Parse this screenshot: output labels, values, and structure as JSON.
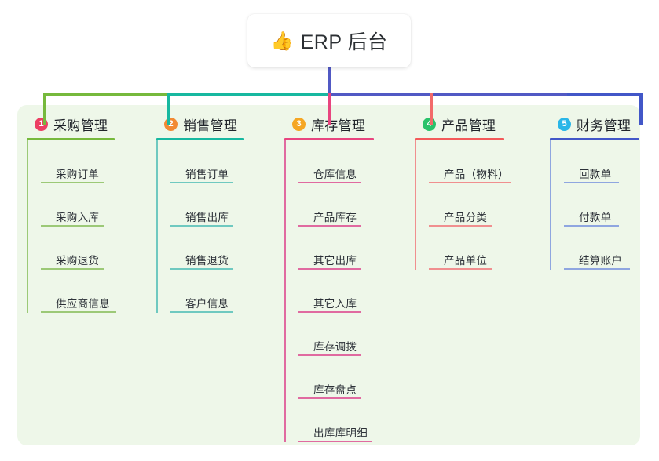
{
  "root": {
    "icon": "thumbs-up-icon",
    "emoji": "👍",
    "title": "ERP 后台"
  },
  "palette": {
    "panel_bg": "#eef7e9",
    "page_bg": "#ffffff",
    "trunk": "#5159c4",
    "bus_green": "#76b93c",
    "bus_teal": "#17b8a0",
    "bus_blue": "#5159c4"
  },
  "columns": [
    {
      "number": "1",
      "title": "采购管理",
      "badge_color": "#ec3f63",
      "rule_color": "#76b93c",
      "line_color": "#9cc977",
      "rule_width": 112,
      "items": [
        {
          "label": "采购订单",
          "rule_width": 80
        },
        {
          "label": "采购入库",
          "rule_width": 80
        },
        {
          "label": "采购退货",
          "rule_width": 80
        },
        {
          "label": "供应商信息",
          "rule_width": 96
        }
      ]
    },
    {
      "number": "2",
      "title": "销售管理",
      "badge_color": "#f28a33",
      "rule_color": "#17b8a0",
      "line_color": "#6fc9c0",
      "rule_width": 112,
      "items": [
        {
          "label": "销售订单",
          "rule_width": 80
        },
        {
          "label": "销售出库",
          "rule_width": 80
        },
        {
          "label": "销售退货",
          "rule_width": 80
        },
        {
          "label": "客户信息",
          "rule_width": 80
        }
      ]
    },
    {
      "number": "3",
      "title": "库存管理",
      "badge_color": "#f5a623",
      "rule_color": "#e8457f",
      "line_color": "#e06aa0",
      "rule_width": 114,
      "items": [
        {
          "label": "仓库信息",
          "rule_width": 80
        },
        {
          "label": "产品库存",
          "rule_width": 80
        },
        {
          "label": "其它出库",
          "rule_width": 80
        },
        {
          "label": "其它入库",
          "rule_width": 80
        },
        {
          "label": "库存调拨",
          "rule_width": 80
        },
        {
          "label": "库存盘点",
          "rule_width": 80
        },
        {
          "label": "出库库明细",
          "rule_width": 94
        }
      ]
    },
    {
      "number": "4",
      "title": "产品管理",
      "badge_color": "#29c26a",
      "rule_color": "#f35a5a",
      "line_color": "#f08f8f",
      "rule_width": 114,
      "items": [
        {
          "label": "产品（物料）",
          "rule_width": 105
        },
        {
          "label": "产品分类",
          "rule_width": 80
        },
        {
          "label": "产品单位",
          "rule_width": 80
        }
      ]
    },
    {
      "number": "5",
      "title": "财务管理",
      "badge_color": "#29b6e8",
      "rule_color": "#4257c8",
      "line_color": "#8fa6e0",
      "rule_width": 114,
      "items": [
        {
          "label": "回款单",
          "rule_width": 70
        },
        {
          "label": "付款单",
          "rule_width": 70
        },
        {
          "label": "结算账户",
          "rule_width": 84
        }
      ]
    }
  ]
}
